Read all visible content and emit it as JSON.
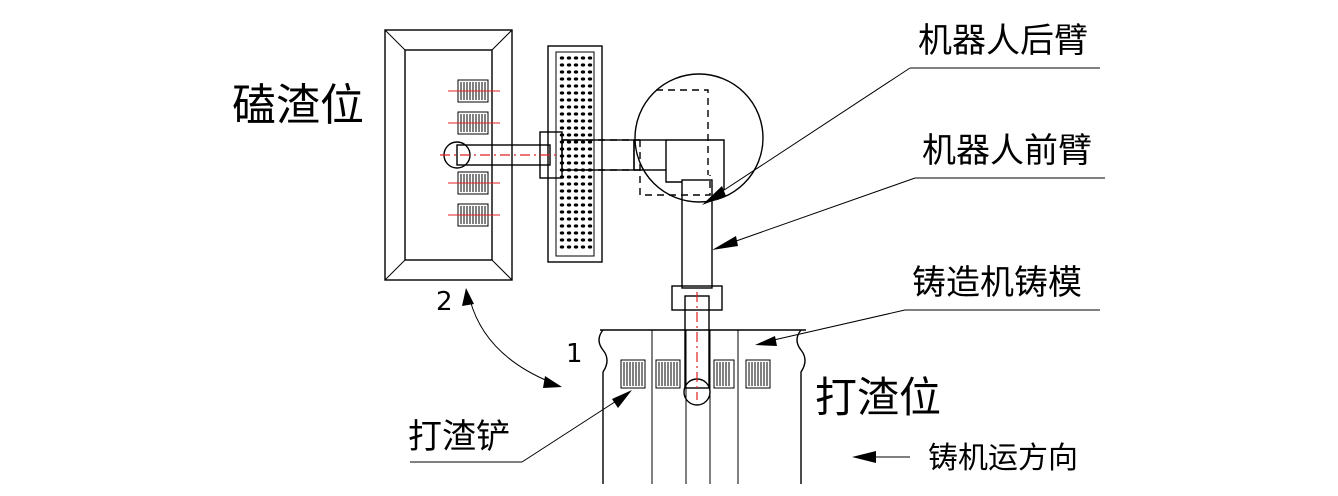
{
  "labels": {
    "slag_knock_position": "磕渣位",
    "robot_rear_arm": "机器人后臂",
    "robot_front_arm": "机器人前臂",
    "casting_mold": "铸造机铸模",
    "slag_skim_position": "打渣位",
    "slag_shovel": "打渣铲",
    "caster_direction": "铸机运方向",
    "pos_2": "2",
    "pos_1": "1"
  },
  "colors": {
    "line": "#000000",
    "centerline": "#e02020",
    "background": "#ffffff"
  }
}
